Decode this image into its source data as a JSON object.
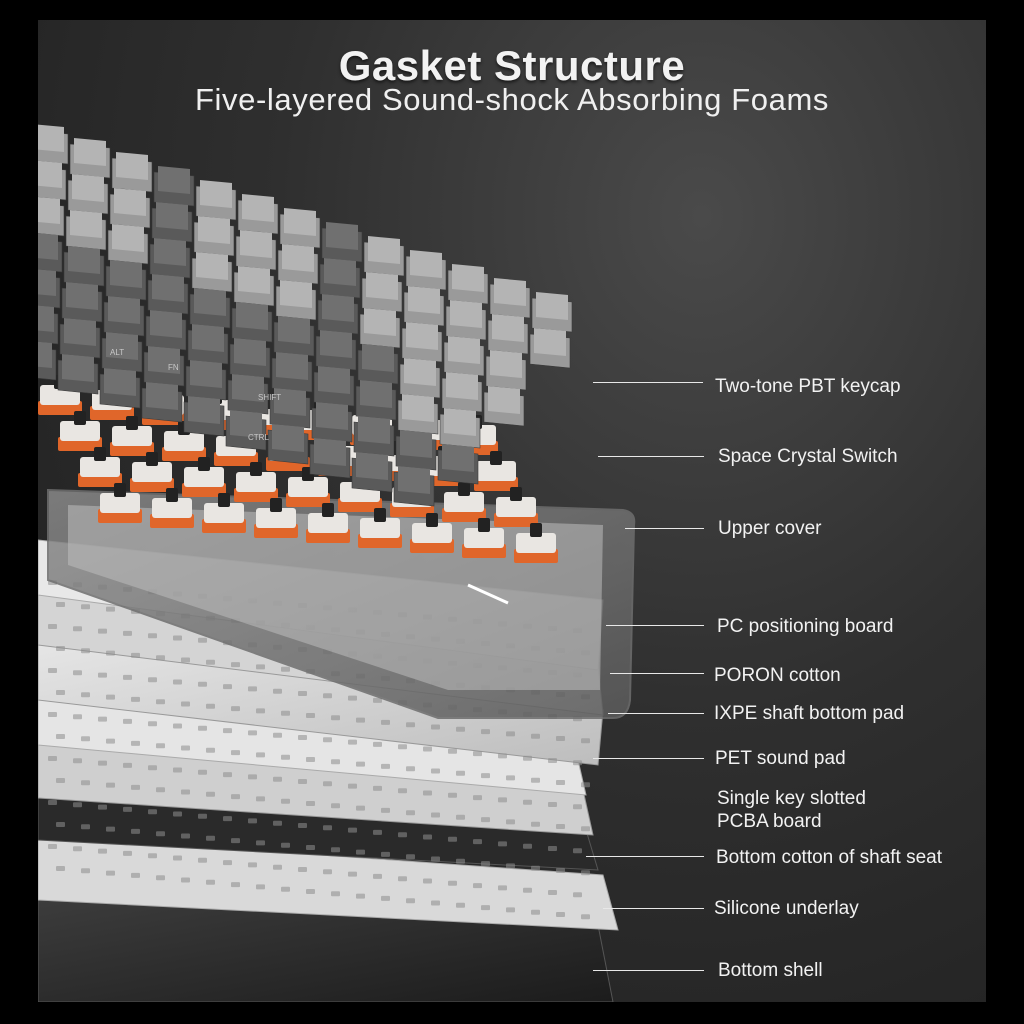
{
  "header": {
    "title": "Gasket Structure",
    "subtitle": "Five-layered Sound-shock Absorbing Foams"
  },
  "layers": [
    {
      "label": "Two-tone PBT keycap"
    },
    {
      "label": "Space Crystal Switch"
    },
    {
      "label": "Upper cover"
    },
    {
      "label": "PC positioning board"
    },
    {
      "label": "PORON cotton"
    },
    {
      "label": "IXPE shaft bottom pad"
    },
    {
      "label": "PET sound pad"
    },
    {
      "label": "Single key slotted\nPCBA board"
    },
    {
      "label": "Bottom cotton of shaft seat"
    },
    {
      "label": "Silicone underlay"
    },
    {
      "label": "Bottom shell"
    }
  ],
  "keycap_legends": [
    "ALT",
    "FN",
    "SHIFT",
    "CTRL"
  ],
  "colors": {
    "background": "#2f2f2f",
    "keycap_light": "#9a9a9a",
    "keycap_dark": "#5a5a5a",
    "switch_orange": "#e0662a",
    "text": "#f2f2f2"
  }
}
